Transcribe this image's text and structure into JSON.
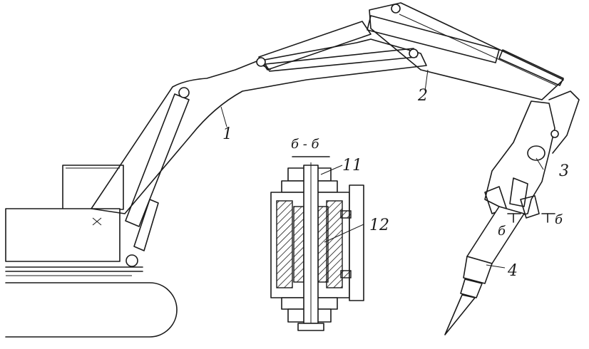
{
  "labels": {
    "boom": "1",
    "stick": "2",
    "bracket": "3",
    "hammer": "4",
    "pin": "11",
    "bushing": "12",
    "section_title": "б - б",
    "section_mark_left": "б",
    "section_mark_right": "б"
  }
}
